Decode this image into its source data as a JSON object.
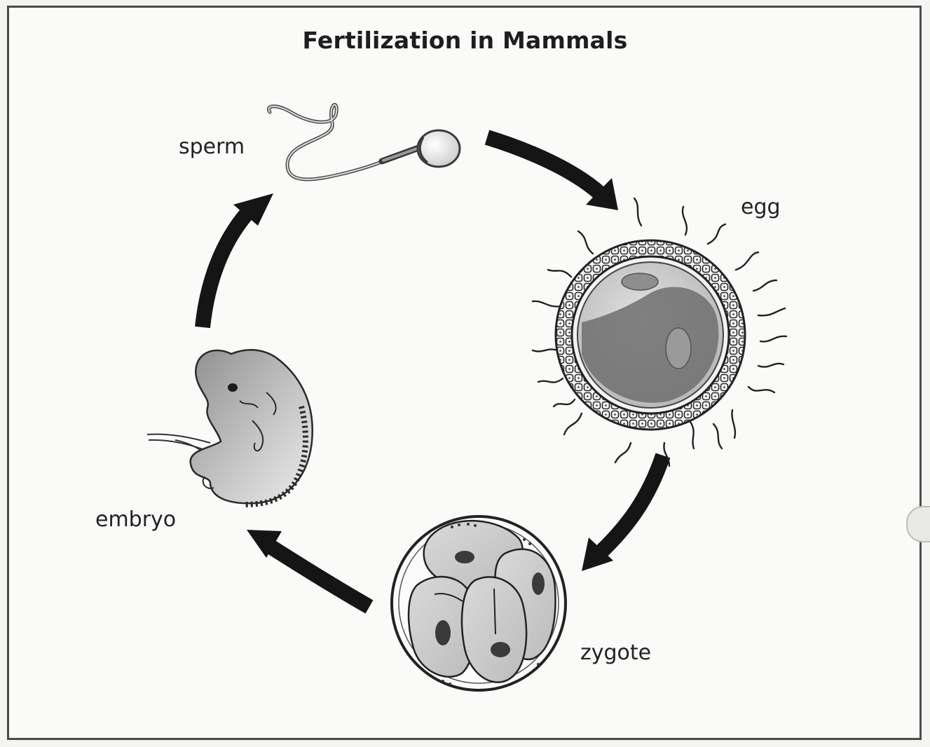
{
  "diagram": {
    "title": "Fertilization in Mammals",
    "stages": {
      "sperm": "sperm",
      "egg": "egg",
      "zygote": "zygote",
      "embryo": "embryo"
    },
    "cycle_order": [
      "sperm",
      "egg",
      "zygote",
      "embryo"
    ]
  }
}
